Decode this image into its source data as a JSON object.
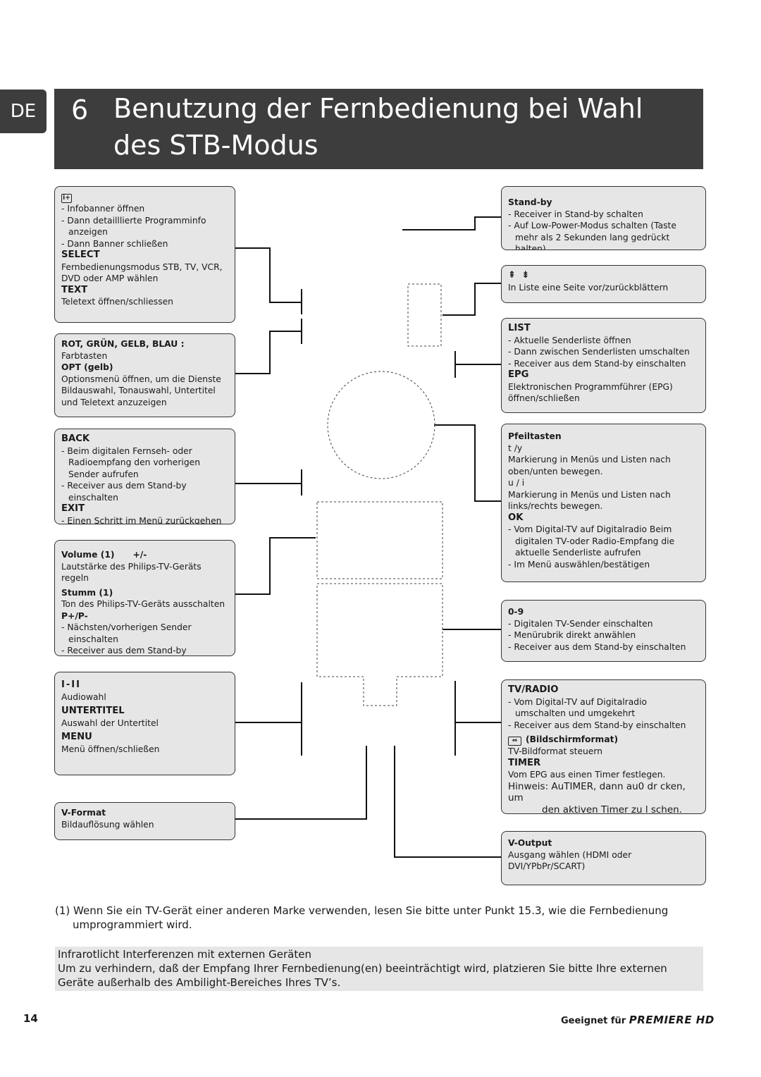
{
  "header": {
    "lang": "DE",
    "chapter_number": "6",
    "title_line1": "Benutzung der Fernbedienung bei Wahl",
    "title_line2": "des STB-Modus"
  },
  "left_boxes": {
    "info": {
      "icon": "i+",
      "items": [
        "- Infobanner öffnen",
        "- Dann detailllierte Programminfo anzeigen",
        "- Dann Banner schließen"
      ],
      "select_title": "SELECT",
      "select_desc": "Fernbedienungsmodus STB, TV, VCR, DVD oder AMP wählen",
      "text_title": "TEXT",
      "text_desc": "Teletext öffnen/schliessen"
    },
    "colors": {
      "title": "ROT, GRÜN, GELB, BLAU :",
      "desc": "Farbtasten",
      "opt_title": "OPT (gelb)",
      "opt_desc": "Optionsmenü öffnen, um die Dienste Bildauswahl, Tonauswahl, Untertitel und Teletext anzuzeigen"
    },
    "back": {
      "title": "BACK",
      "items": [
        "- Beim digitalen Fernseh- oder Radioempfang den vorherigen Sender aufrufen",
        "- Receiver aus dem Stand-by einschalten"
      ],
      "exit_title": "EXIT",
      "exit_item": "- Einen Schritt im Menü zurückgehen"
    },
    "volume": {
      "title": "Volume (1)",
      "sign": "+/-",
      "desc": "Lautstärke des Philips-TV-Geräts regeln",
      "mute_title": "Stumm (1)",
      "mute_desc": "Ton des Philips-TV-Geräts ausschalten",
      "p_title": "P+/P-",
      "items": [
        "- Nächsten/vorherigen Sender einschalten",
        "- Receiver aus dem Stand-by einschalten"
      ]
    },
    "audio": {
      "icon": "I-II",
      "desc": "Audiowahl",
      "sub_title": "UNTERTITEL",
      "sub_desc": "Auswahl der Untertitel",
      "menu_title": "MENU",
      "menu_desc": "Menü öffnen/schließen"
    },
    "vformat": {
      "title": "V-Format",
      "desc": "Bildauflösung wählen"
    }
  },
  "right_boxes": {
    "standby": {
      "title": "Stand-by",
      "items": [
        "- Receiver in Stand-by schalten",
        "- Auf Low-Power-Modus schalten (Taste mehr als 2 Sekunden lang gedrückt halten)"
      ]
    },
    "page": {
      "icon": "⇞ ⇟",
      "desc": "In Liste eine Seite vor/zurückblättern"
    },
    "list": {
      "title": "LIST",
      "items": [
        "- Aktuelle Senderliste öffnen",
        "- Dann zwischen Senderlisten umschalten",
        "- Receiver aus dem Stand-by einschalten"
      ],
      "epg_title": "EPG",
      "epg_desc": "Elektronischen Programmführer (EPG) öffnen/schließen"
    },
    "arrows": {
      "title": "Pfeiltasten",
      "ud_label": "t /y",
      "ud_desc": "Markierung in Menüs und Listen nach oben/unten bewegen.",
      "lr_label": "u / i",
      "lr_desc": "Markierung in Menüs und Listen nach links/rechts bewegen.",
      "ok_title": "OK",
      "ok_items": [
        "- Vom Digital-TV auf Digitalradio Beim digitalen TV-oder Radio-Empfang die aktuelle Senderliste aufrufen",
        "- Im Menü auswählen/bestätigen"
      ]
    },
    "digits": {
      "title": "0-9",
      "items": [
        "- Digitalen TV-Sender einschalten",
        "- Menürubrik direkt anwählen",
        "- Receiver aus dem Stand-by einschalten"
      ]
    },
    "tvradio": {
      "title": "TV/RADIO",
      "items": [
        "- Vom Digital-TV auf Digitalradio umschalten und umgekehrt",
        "- Receiver aus dem Stand-by einschalten"
      ],
      "format_title": "(Bildschirmformat)",
      "format_desc": "TV-Bildformat steuern",
      "timer_title": "TIMER",
      "timer_desc": "Vom EPG aus einen Timer festlegen.",
      "hint_line1": "Hinweis: AuTIMER, dann au0 dr cken, um",
      "hint_line2": "den aktiven Timer zu l schen."
    },
    "voutput": {
      "title": "V-Output",
      "desc": "Ausgang wählen (HDMI oder DVI/YPbPr/SCART)"
    }
  },
  "footnote": {
    "line1": "(1) Wenn Sie ein TV-Gerät einer anderen Marke verwenden, lesen Sie bitte unter Punkt 15.3, wie die Fernbedienung",
    "line2": "umprogrammiert wird."
  },
  "info": {
    "title": "Infrarotlicht Interferenzen mit externen Geräten",
    "body": "Um zu verhindern, daß der Empfang Ihrer Fernbedienung(en) beeinträchtigt wird, platzieren Sie bitte Ihre externen Geräte außerhalb des Ambilight-Bereiches Ihres TV’s."
  },
  "footer": {
    "page_number": "14",
    "brand_prefix": "Geeignet für",
    "brand_logo": "PREMIERE HD"
  }
}
